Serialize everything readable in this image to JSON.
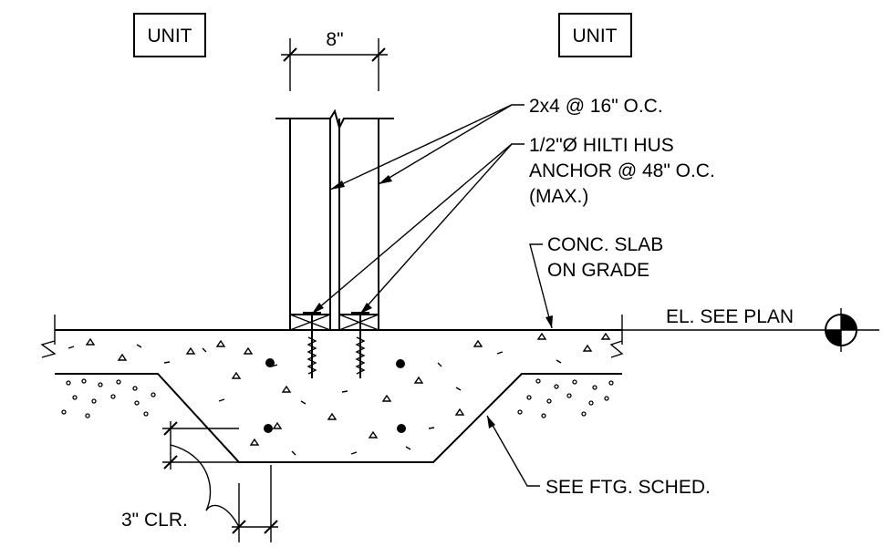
{
  "labels": {
    "unit_left": "UNIT",
    "unit_right": "UNIT",
    "wall_width": "8\"",
    "stud": "2x4 @ 16\" O.C.",
    "anchor_line1": "1/2\"Ø HILTI HUS",
    "anchor_line2": "ANCHOR @ 48\" O.C.",
    "anchor_line3": "(MAX.)",
    "slab_line1": "CONC. SLAB",
    "slab_line2": "ON GRADE",
    "elevation": "EL. SEE PLAN",
    "footing": "SEE FTG. SCHED.",
    "clearance": "3\" CLR."
  }
}
